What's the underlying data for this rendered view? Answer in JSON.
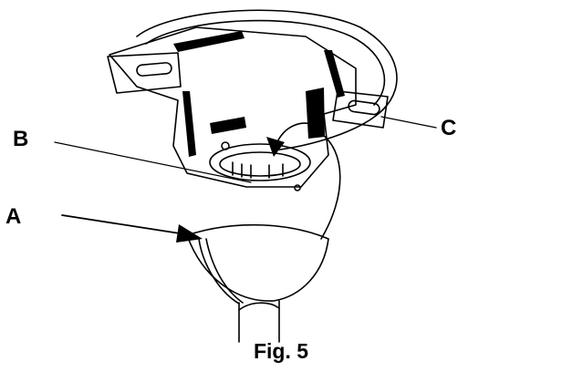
{
  "labels": {
    "a": "A",
    "b": "B",
    "c": "C"
  },
  "caption": "Fig. 5"
}
